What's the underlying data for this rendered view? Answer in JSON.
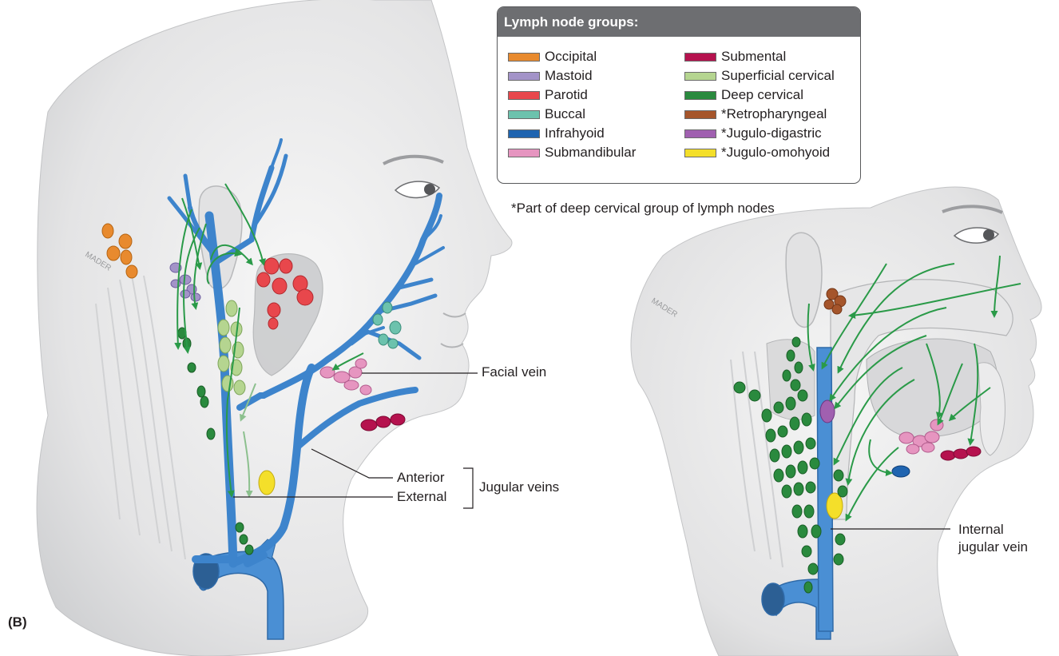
{
  "legend": {
    "title": "Lymph node groups:",
    "items": [
      {
        "label": "Occipital",
        "color": "#e88a2e"
      },
      {
        "label": "Mastoid",
        "color": "#a393c8"
      },
      {
        "label": "Parotid",
        "color": "#e8474c"
      },
      {
        "label": "Buccal",
        "color": "#6cc2ad"
      },
      {
        "label": "Infrahyoid",
        "color": "#1f64b0"
      },
      {
        "label": "Submandibular",
        "color": "#e695c0"
      },
      {
        "label": "Submental",
        "color": "#b5124e"
      },
      {
        "label": "Superficial cervical",
        "color": "#b5d590"
      },
      {
        "label": "Deep cervical",
        "color": "#2a8a3e"
      },
      {
        "label": "*Retropharyngeal",
        "color": "#a5552b"
      },
      {
        "label": "*Jugulo-digastric",
        "color": "#a060b0"
      },
      {
        "label": "*Jugulo-omohyoid",
        "color": "#f4df2a"
      }
    ]
  },
  "footnote": "*Part of deep cervical group of lymph nodes",
  "labels": {
    "facial_vein": "Facial vein",
    "anterior": "Anterior",
    "external": "External",
    "jugular_veins": "Jugular veins",
    "internal_1": "Internal",
    "internal_2": "jugular vein",
    "panel": "(B)",
    "signature": "MADER"
  }
}
